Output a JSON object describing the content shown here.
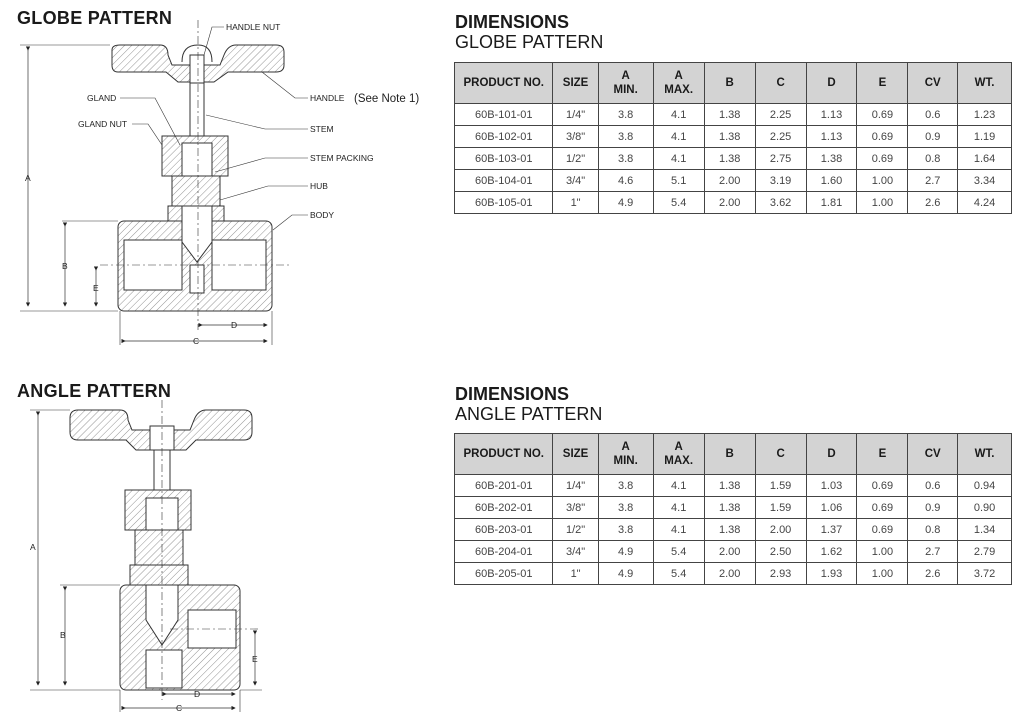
{
  "globe": {
    "title": "GLOBE PATTERN",
    "labels": {
      "handle_nut": "HANDLE NUT",
      "gland": "GLAND",
      "gland_nut": "GLAND NUT",
      "handle": "HANDLE",
      "see_note": "(See Note 1)",
      "stem": "STEM",
      "stem_packing": "STEM PACKING",
      "hub": "HUB",
      "body": "BODY"
    },
    "dims": {
      "a": "A",
      "b": "B",
      "c": "C",
      "d": "D",
      "e": "E"
    }
  },
  "angle": {
    "title": "ANGLE PATTERN",
    "dims": {
      "a": "A",
      "b": "B",
      "c": "C",
      "d": "D",
      "e": "E"
    }
  },
  "globe_table": {
    "heading": "DIMENSIONS",
    "subheading": "GLOBE PATTERN",
    "columns": [
      "PRODUCT NO.",
      "SIZE",
      "A MIN.",
      "A MAX.",
      "B",
      "C",
      "D",
      "E",
      "CV",
      "WT."
    ],
    "rows": [
      [
        "60B-101-01",
        "1/4\"",
        "3.8",
        "4.1",
        "1.38",
        "2.25",
        "1.13",
        "0.69",
        "0.6",
        "1.23"
      ],
      [
        "60B-102-01",
        "3/8\"",
        "3.8",
        "4.1",
        "1.38",
        "2.25",
        "1.13",
        "0.69",
        "0.9",
        "1.19"
      ],
      [
        "60B-103-01",
        "1/2\"",
        "3.8",
        "4.1",
        "1.38",
        "2.75",
        "1.38",
        "0.69",
        "0.8",
        "1.64"
      ],
      [
        "60B-104-01",
        "3/4\"",
        "4.6",
        "5.1",
        "2.00",
        "3.19",
        "1.60",
        "1.00",
        "2.7",
        "3.34"
      ],
      [
        "60B-105-01",
        "1\"",
        "4.9",
        "5.4",
        "2.00",
        "3.62",
        "1.81",
        "1.00",
        "2.6",
        "4.24"
      ]
    ]
  },
  "angle_table": {
    "heading": "DIMENSIONS",
    "subheading": "ANGLE PATTERN",
    "columns": [
      "PRODUCT NO.",
      "SIZE",
      "A MIN.",
      "A MAX.",
      "B",
      "C",
      "D",
      "E",
      "CV",
      "WT."
    ],
    "rows": [
      [
        "60B-201-01",
        "1/4\"",
        "3.8",
        "4.1",
        "1.38",
        "1.59",
        "1.03",
        "0.69",
        "0.6",
        "0.94"
      ],
      [
        "60B-202-01",
        "3/8\"",
        "3.8",
        "4.1",
        "1.38",
        "1.59",
        "1.06",
        "0.69",
        "0.9",
        "0.90"
      ],
      [
        "60B-203-01",
        "1/2\"",
        "3.8",
        "4.1",
        "1.38",
        "2.00",
        "1.37",
        "0.69",
        "0.8",
        "1.34"
      ],
      [
        "60B-204-01",
        "3/4\"",
        "4.9",
        "5.4",
        "2.00",
        "2.50",
        "1.62",
        "1.00",
        "2.7",
        "2.79"
      ],
      [
        "60B-205-01",
        "1\"",
        "4.9",
        "5.4",
        "2.00",
        "2.93",
        "1.93",
        "1.00",
        "2.6",
        "3.72"
      ]
    ]
  }
}
